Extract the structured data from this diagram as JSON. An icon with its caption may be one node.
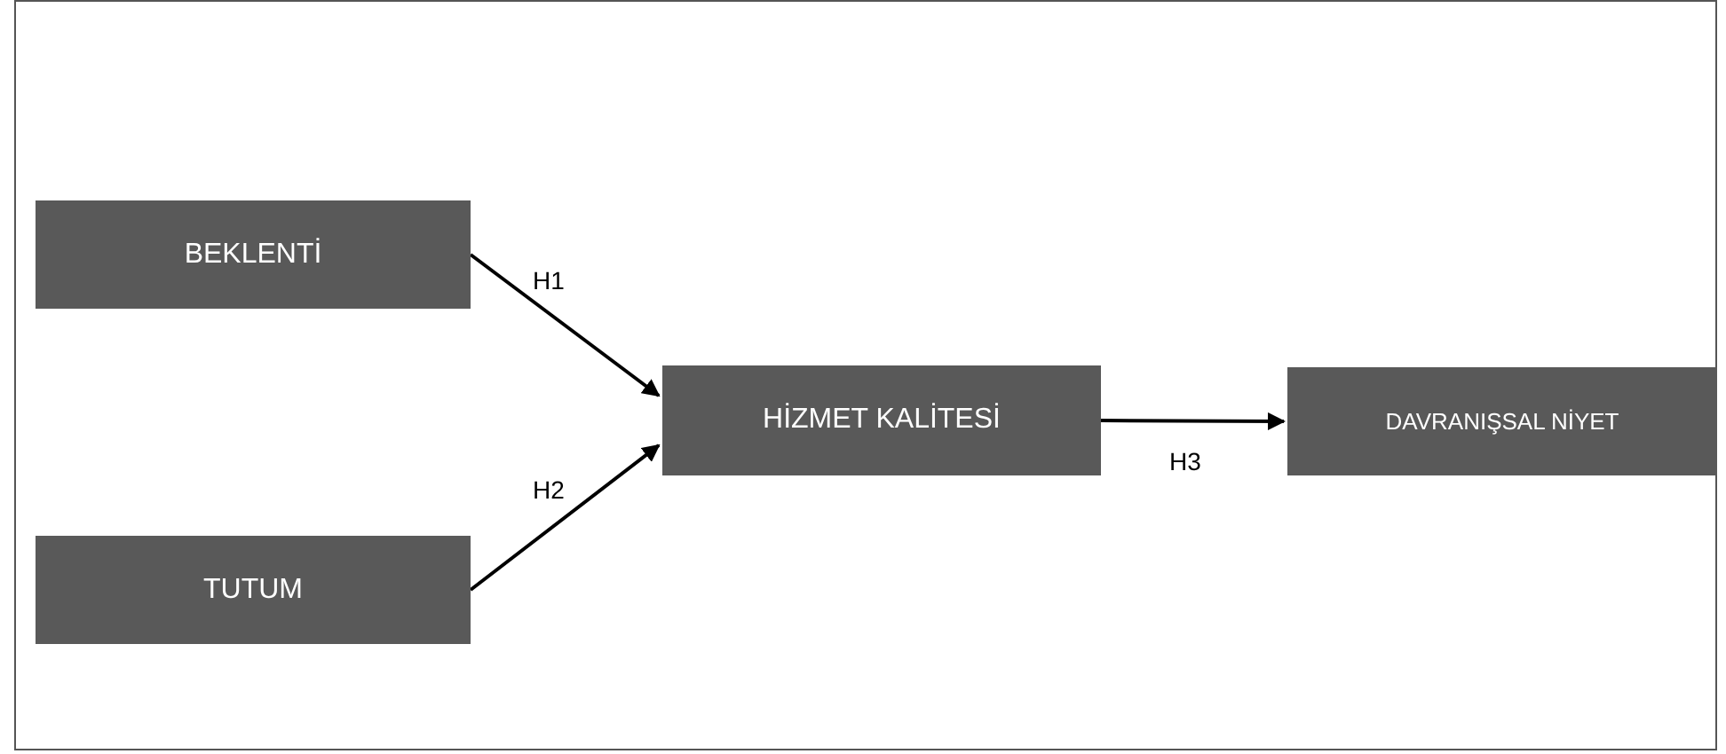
{
  "diagram": {
    "nodes": [
      {
        "text": [
          "BEKLENTİ"
        ]
      },
      {
        "text": [
          "TUTUM"
        ]
      },
      {
        "text": [
          "HİZMET KALİTESİ"
        ]
      },
      {
        "text": [
          "DAVRANIŞSAL NİYET"
        ]
      }
    ],
    "edges": [
      {
        "from": 0,
        "to": 2,
        "arrow": "to",
        "label": "H1"
      },
      {
        "from": 1,
        "to": 2,
        "arrow": "to",
        "label": "H2"
      },
      {
        "from": 2,
        "to": 3,
        "arrow": "to",
        "label": "H3"
      }
    ]
  }
}
